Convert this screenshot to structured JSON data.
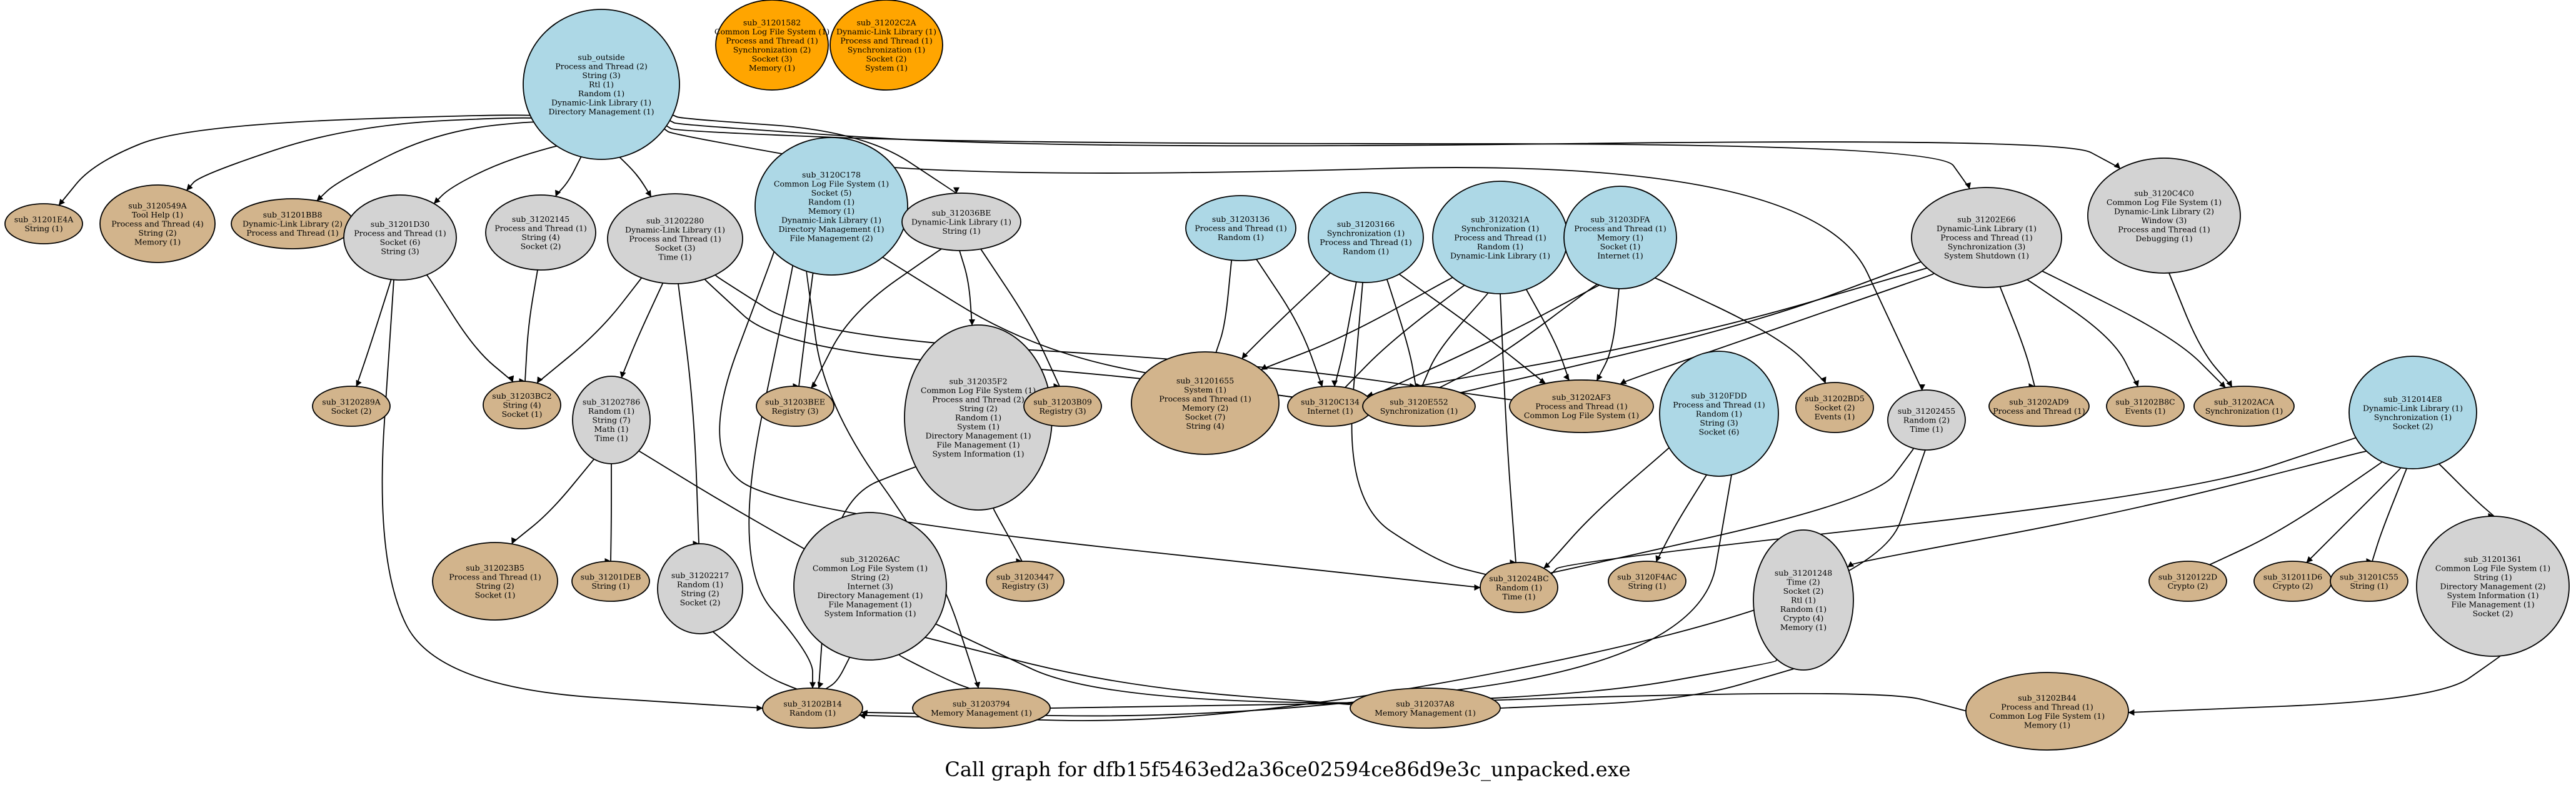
{
  "caption": "Call graph for dfb15f5463ed2a36ce02594ce86d9e3c_unpacked.exe",
  "colors": {
    "blue": "#add8e6",
    "gray": "#d3d3d3",
    "tan": "#d2b48c",
    "orange": "#ffa500",
    "stroke": "#000000"
  },
  "nodes": [
    {
      "id": "sub_outside",
      "color": "blue",
      "lines": [
        "sub_outside",
        "Process and Thread (2)",
        "String (3)",
        "Rtl (1)",
        "Random (1)",
        "Dynamic-Link Library (1)",
        "Directory Management (1)"
      ]
    },
    {
      "id": "sub_31201582",
      "color": "orange",
      "lines": [
        "sub_31201582",
        "Common Log File System (1)",
        "Process and Thread (1)",
        "Synchronization (2)",
        "Socket (3)",
        "Memory (1)"
      ]
    },
    {
      "id": "sub_31202C2A",
      "color": "orange",
      "lines": [
        "sub_31202C2A",
        "Dynamic-Link Library (1)",
        "Process and Thread (1)",
        "Synchronization (1)",
        "Socket (2)",
        "System (1)"
      ]
    },
    {
      "id": "sub_31201E4A",
      "color": "tan",
      "lines": [
        "sub_31201E4A",
        "String (1)"
      ]
    },
    {
      "id": "sub_3120549A",
      "color": "tan",
      "lines": [
        "sub_3120549A",
        "Tool Help (1)",
        "Process and Thread (4)",
        "String (2)",
        "Memory (1)"
      ]
    },
    {
      "id": "sub_31201BB8",
      "color": "tan",
      "lines": [
        "sub_31201BB8",
        "Dynamic-Link Library (2)",
        "Process and Thread (1)"
      ]
    },
    {
      "id": "sub_31201D30",
      "color": "gray",
      "lines": [
        "sub_31201D30",
        "Process and Thread (1)",
        "Socket (6)",
        "String (3)"
      ]
    },
    {
      "id": "sub_31202145",
      "color": "gray",
      "lines": [
        "sub_31202145",
        "Process and Thread (1)",
        "String (4)",
        "Socket (2)"
      ]
    },
    {
      "id": "sub_31202280",
      "color": "gray",
      "lines": [
        "sub_31202280",
        "Dynamic-Link Library (1)",
        "Process and Thread (1)",
        "Socket (3)",
        "Time (1)"
      ]
    },
    {
      "id": "sub_3120C178",
      "color": "blue",
      "lines": [
        "sub_3120C178",
        "Common Log File System (1)",
        "Socket (5)",
        "Random (1)",
        "Memory (1)",
        "Dynamic-Link Library (1)",
        "Directory Management (1)",
        "File Management (2)"
      ]
    },
    {
      "id": "sub_312036BE",
      "color": "gray",
      "lines": [
        "sub_312036BE",
        "Dynamic-Link Library (1)",
        "String (1)"
      ]
    },
    {
      "id": "sub_31203136",
      "color": "blue",
      "lines": [
        "sub_31203136",
        "Process and Thread (1)",
        "Random (1)"
      ]
    },
    {
      "id": "sub_31203166",
      "color": "blue",
      "lines": [
        "sub_31203166",
        "Synchronization (1)",
        "Process and Thread (1)",
        "Random (1)"
      ]
    },
    {
      "id": "sub_3120321A",
      "color": "blue",
      "lines": [
        "sub_3120321A",
        "Synchronization (1)",
        "Process and Thread (1)",
        "Random (1)",
        "Dynamic-Link Library (1)"
      ]
    },
    {
      "id": "sub_31203DFA",
      "color": "blue",
      "lines": [
        "sub_31203DFA",
        "Process and Thread (1)",
        "Memory (1)",
        "Socket (1)",
        "Internet (1)"
      ]
    },
    {
      "id": "sub_31202E66",
      "color": "gray",
      "lines": [
        "sub_31202E66",
        "Dynamic-Link Library (1)",
        "Process and Thread (1)",
        "Synchronization (3)",
        "System Shutdown (1)"
      ]
    },
    {
      "id": "sub_3120C4C0",
      "color": "gray",
      "lines": [
        "sub_3120C4C0",
        "Common Log File System (1)",
        "Dynamic-Link Library (2)",
        "Window (3)",
        "Process and Thread (1)",
        "Debugging (1)"
      ]
    },
    {
      "id": "sub_3120289A",
      "color": "tan",
      "lines": [
        "sub_3120289A",
        "Socket (2)"
      ]
    },
    {
      "id": "sub_31203BC2",
      "color": "tan",
      "lines": [
        "sub_31203BC2",
        "String (4)",
        "Socket (1)"
      ]
    },
    {
      "id": "sub_31202786",
      "color": "gray",
      "lines": [
        "sub_31202786",
        "Random (1)",
        "String (7)",
        "Math (1)",
        "Time (1)"
      ]
    },
    {
      "id": "sub_31203BEE",
      "color": "tan",
      "lines": [
        "sub_31203BEE",
        "Registry (3)"
      ]
    },
    {
      "id": "sub_312035F2",
      "color": "gray",
      "lines": [
        "sub_312035F2",
        "Common Log File System (1)",
        "Process and Thread (2)",
        "String (2)",
        "Random (1)",
        "System (1)",
        "Directory Management (1)",
        "File Management (1)",
        "System Information (1)"
      ]
    },
    {
      "id": "sub_31203B09",
      "color": "tan",
      "lines": [
        "sub_31203B09",
        "Registry (3)"
      ]
    },
    {
      "id": "sub_31201655",
      "color": "tan",
      "lines": [
        "sub_31201655",
        "System (1)",
        "Process and Thread (1)",
        "Memory (2)",
        "Socket (7)",
        "String (4)"
      ]
    },
    {
      "id": "sub_3120C134",
      "color": "tan",
      "lines": [
        "sub_3120C134",
        "Internet (1)"
      ]
    },
    {
      "id": "sub_3120E552",
      "color": "tan",
      "lines": [
        "sub_3120E552",
        "Synchronization (1)"
      ]
    },
    {
      "id": "sub_31202AF3",
      "color": "tan",
      "lines": [
        "sub_31202AF3",
        "Process and Thread (1)",
        "Common Log File System (1)"
      ]
    },
    {
      "id": "sub_3120FDD",
      "color": "blue",
      "lines": [
        "sub_3120FDD",
        "Process and Thread (1)",
        "Random (1)",
        "String (3)",
        "Socket (6)"
      ]
    },
    {
      "id": "sub_31202BD5",
      "color": "tan",
      "lines": [
        "sub_31202BD5",
        "Socket (2)",
        "Events (1)"
      ]
    },
    {
      "id": "sub_31202455",
      "color": "gray",
      "lines": [
        "sub_31202455",
        "Random (2)",
        "Time (1)"
      ]
    },
    {
      "id": "sub_31202AD9",
      "color": "tan",
      "lines": [
        "sub_31202AD9",
        "Process and Thread (1)"
      ]
    },
    {
      "id": "sub_31202B8C",
      "color": "tan",
      "lines": [
        "sub_31202B8C",
        "Events (1)"
      ]
    },
    {
      "id": "sub_31202ACA",
      "color": "tan",
      "lines": [
        "sub_31202ACA",
        "Synchronization (1)"
      ]
    },
    {
      "id": "sub_312014E8",
      "color": "blue",
      "lines": [
        "sub_312014E8",
        "Dynamic-Link Library (1)",
        "Synchronization (1)",
        "Socket (2)"
      ]
    },
    {
      "id": "sub_312023B5",
      "color": "tan",
      "lines": [
        "sub_312023B5",
        "Process and Thread (1)",
        "String (2)",
        "Socket (1)"
      ]
    },
    {
      "id": "sub_31201DEB",
      "color": "tan",
      "lines": [
        "sub_31201DEB",
        "String (1)"
      ]
    },
    {
      "id": "sub_31202217",
      "color": "gray",
      "lines": [
        "sub_31202217",
        "Random (1)",
        "String (2)",
        "Socket (2)"
      ]
    },
    {
      "id": "sub_312026AC",
      "color": "gray",
      "lines": [
        "sub_312026AC",
        "Common Log File System (1)",
        "String (2)",
        "Internet (3)",
        "Directory Management (1)",
        "File Management (1)",
        "System Information (1)"
      ]
    },
    {
      "id": "sub_31203447",
      "color": "tan",
      "lines": [
        "sub_31203447",
        "Registry (3)"
      ]
    },
    {
      "id": "sub_312024BC",
      "color": "tan",
      "lines": [
        "sub_312024BC",
        "Random (1)",
        "Time (1)"
      ]
    },
    {
      "id": "sub_3120F4AC",
      "color": "tan",
      "lines": [
        "sub_3120F4AC",
        "String (1)"
      ]
    },
    {
      "id": "sub_31201248",
      "color": "gray",
      "lines": [
        "sub_31201248",
        "Time (2)",
        "Socket (2)",
        "Rtl (1)",
        "Random (1)",
        "Crypto (4)",
        "Memory (1)"
      ]
    },
    {
      "id": "sub_3120122D",
      "color": "tan",
      "lines": [
        "sub_3120122D",
        "Crypto (2)"
      ]
    },
    {
      "id": "sub_312011D6",
      "color": "tan",
      "lines": [
        "sub_312011D6",
        "Crypto (2)"
      ]
    },
    {
      "id": "sub_31201C55",
      "color": "tan",
      "lines": [
        "sub_31201C55",
        "String (1)"
      ]
    },
    {
      "id": "sub_31201361",
      "color": "gray",
      "lines": [
        "sub_31201361",
        "Common Log File System (1)",
        "String (1)",
        "Directory Management (2)",
        "System Information (1)",
        "File Management (1)",
        "Socket (2)"
      ]
    },
    {
      "id": "sub_31202B14",
      "color": "tan",
      "lines": [
        "sub_31202B14",
        "Random (1)"
      ]
    },
    {
      "id": "sub_31203794",
      "color": "tan",
      "lines": [
        "sub_31203794",
        "Memory Management (1)"
      ]
    },
    {
      "id": "sub_312037A8",
      "color": "tan",
      "lines": [
        "sub_312037A8",
        "Memory Management (1)"
      ]
    },
    {
      "id": "sub_31202B44",
      "color": "tan",
      "lines": [
        "sub_31202B44",
        "Process and Thread (1)",
        "Common Log File System (1)",
        "Memory (1)"
      ]
    }
  ]
}
